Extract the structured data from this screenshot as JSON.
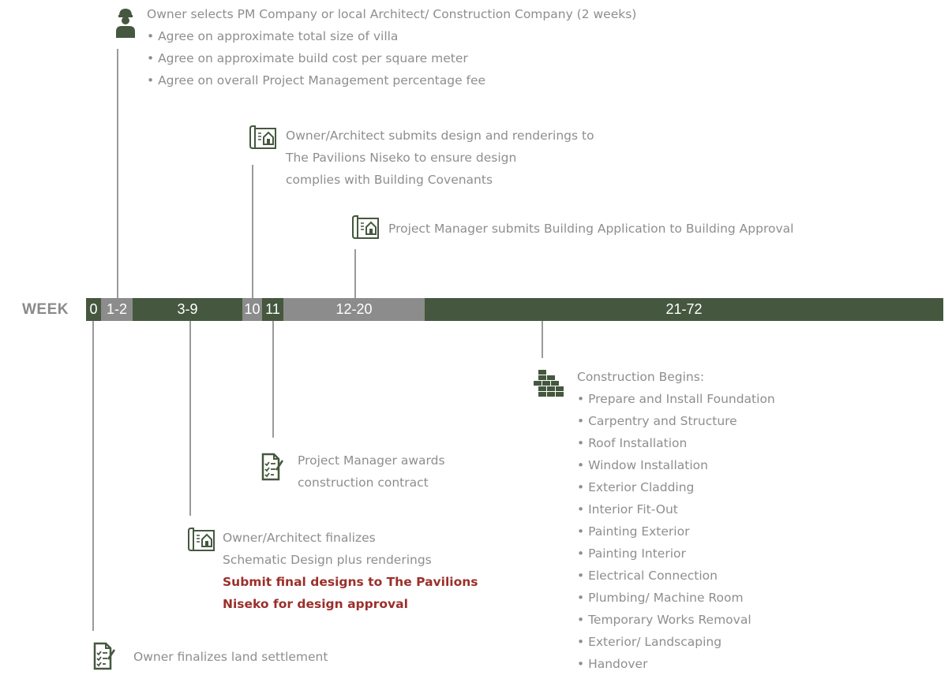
{
  "timeline": {
    "axis_label": "WEEK",
    "segments": [
      "0",
      "1-2",
      "3-9",
      "10",
      "11",
      "12-20",
      "21-72"
    ]
  },
  "events": {
    "owner_selects": {
      "title": "Owner selects PM Company or local Architect/ Construction Company (2 weeks)",
      "bullets": [
        "Agree on approximate total size of villa",
        "Agree on approximate build cost per square meter",
        "Agree on overall Project Management percentage fee"
      ]
    },
    "architect_submits": {
      "lines": [
        "Owner/Architect submits design and renderings to",
        "The Pavilions Niseko to ensure design",
        "complies with Building Covenants"
      ]
    },
    "pm_submits": {
      "line": "Project Manager submits Building Application to Building Approval"
    },
    "construction": {
      "title": "Construction Begins:",
      "bullets": [
        "Prepare and Install Foundation",
        "Carpentry and Structure",
        "Roof Installation",
        "Window Installation",
        "Exterior Cladding",
        "Interior Fit-Out",
        "Painting Exterior",
        "Painting Interior",
        "Electrical Connection",
        "Plumbing/ Machine Room",
        "Temporary Works Removal",
        "Exterior/ Landscaping",
        "Handover"
      ]
    },
    "pm_awards": {
      "lines": [
        "Project Manager awards",
        "construction contract"
      ]
    },
    "architect_finalizes": {
      "lines": [
        "Owner/Architect finalizes",
        "Schematic Design plus renderings"
      ],
      "highlight_lines": [
        "Submit final designs to The Pavilions",
        "Niseko for design approval"
      ]
    },
    "land_settlement": {
      "line": "Owner finalizes land settlement"
    }
  },
  "colors": {
    "dark_green": "#45583f",
    "gray_segment": "#8c8c8c",
    "text_gray": "#8e8e8e",
    "highlight_red": "#9b2f2a"
  },
  "icons": [
    "person-icon",
    "blueprint-icon",
    "checklist-icon",
    "brick-wall-icon"
  ]
}
